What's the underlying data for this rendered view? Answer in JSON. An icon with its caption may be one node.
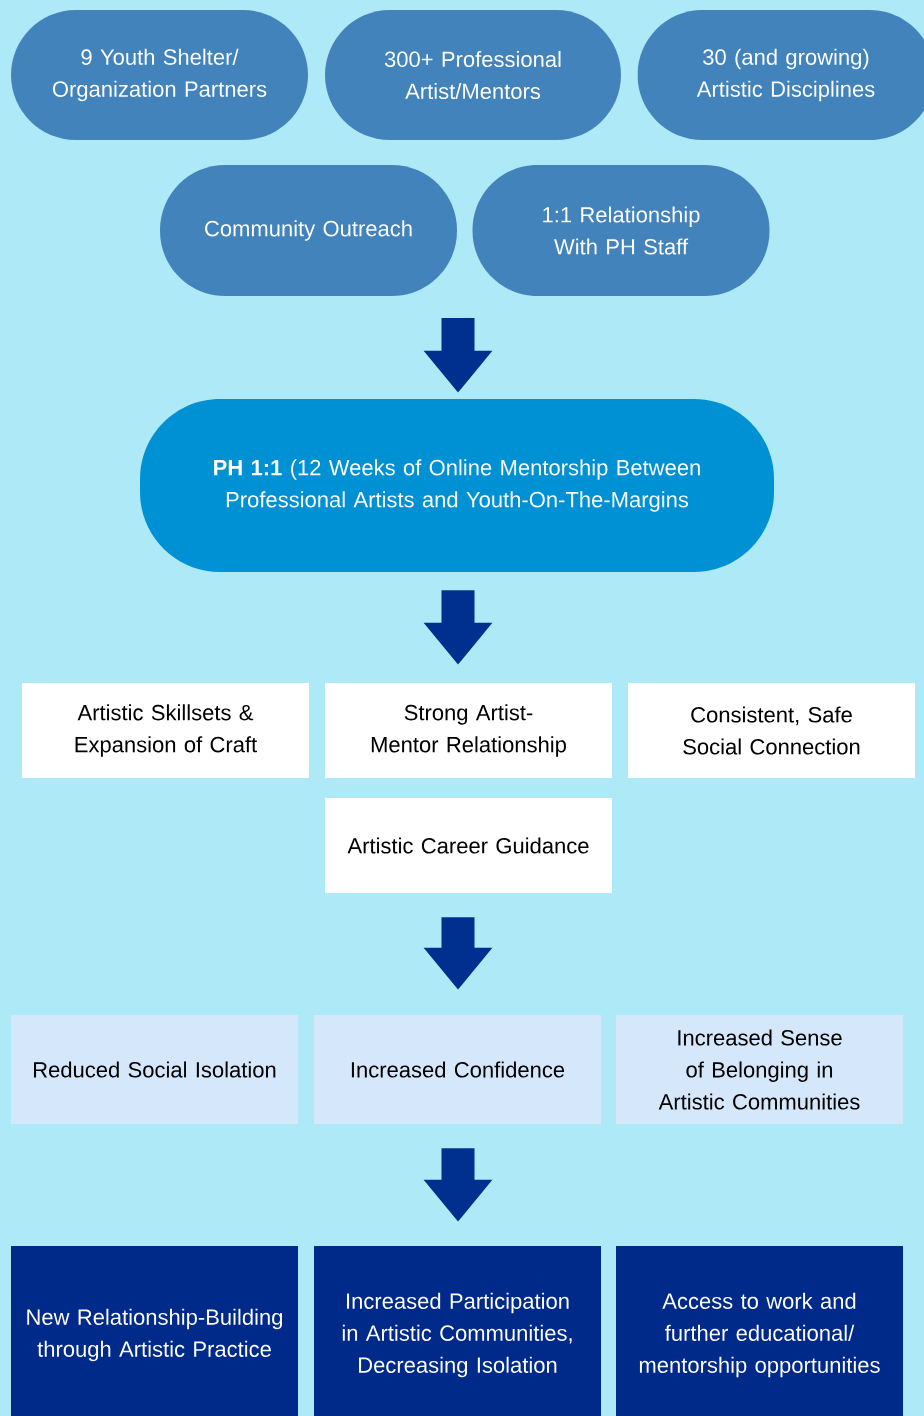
{
  "diagram": {
    "nodes": [
      {
        "text": [
          "9 Youth Shelter/ Organization Partners"
        ]
      },
      {
        "text": [
          "300+ Professional Artist/Mentors"
        ]
      },
      {
        "text": [
          "30 (and growing) Artistic Disciplines"
        ]
      },
      {
        "text": [
          "Community Outreach"
        ]
      },
      {
        "text": [
          "1:1 Relationship With PH Staff"
        ]
      },
      {
        "text": [
          "**PH 1:1** (12 Weeks of Online Mentorship Between Professional Artists and Youth-On-The-Margins"
        ]
      },
      {
        "text": [
          "Artistic Skillsets & Expansion of Craft"
        ]
      },
      {
        "text": [
          "Strong Artist-Mentor Relationship"
        ]
      },
      {
        "text": [
          "Consistent, Safe Social Connection"
        ]
      },
      {
        "text": [
          "Artistic Career Guidance"
        ]
      },
      {
        "text": [
          "Reduced Social Isolation"
        ]
      },
      {
        "text": [
          "Increased Confidence"
        ]
      },
      {
        "text": [
          "Increased Sense of Belonging in Artistic Communities"
        ]
      },
      {
        "text": [
          "New Relationship-Building through Artistic Practice"
        ]
      },
      {
        "text": [
          "Increased Participation in Artistic Communities, Decreasing Isolation"
        ]
      },
      {
        "text": [
          "Access to work and further educational/ mentorship opportunities"
        ]
      }
    ],
    "edges": [
      {
        "from": null,
        "to": 5,
        "arrow": "to"
      },
      {
        "from": 5,
        "to": 7,
        "arrow": "to"
      },
      {
        "from": 9,
        "to": 11,
        "arrow": "to"
      },
      {
        "from": 11,
        "to": 14,
        "arrow": "to"
      }
    ]
  }
}
